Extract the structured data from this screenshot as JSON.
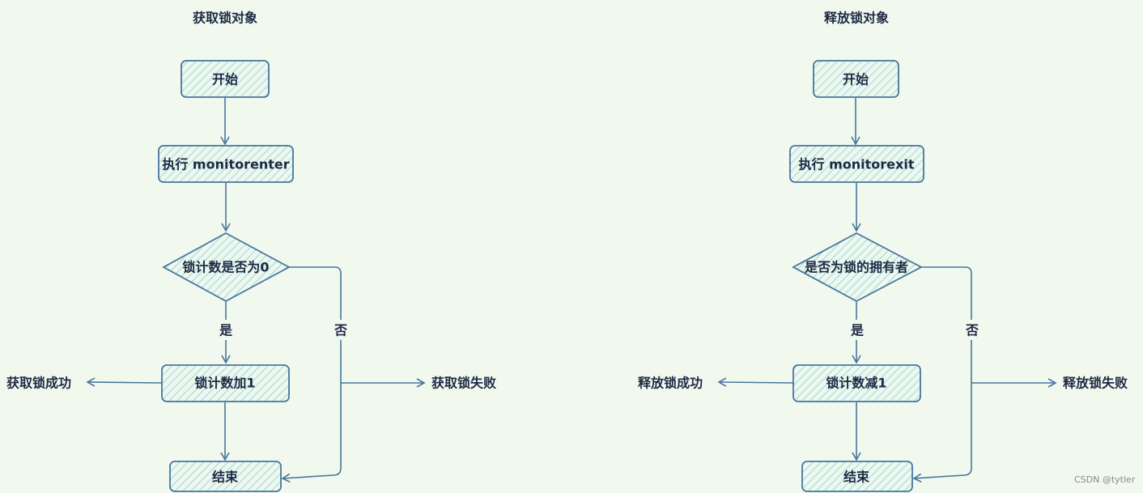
{
  "left": {
    "title": "获取锁对象",
    "start": "开始",
    "exec": "执行 monitorenter",
    "decision": "锁计数是否为0",
    "yes": "是",
    "no": "否",
    "action": "锁计数加1",
    "end": "结束",
    "success": "获取锁成功",
    "fail": "获取锁失败"
  },
  "right": {
    "title": "释放锁对象",
    "start": "开始",
    "exec": "执行 monitorexit",
    "decision": "是否为锁的拥有者",
    "yes": "是",
    "no": "否",
    "action": "锁计数减1",
    "end": "结束",
    "success": "释放锁成功",
    "fail": "释放锁失败"
  },
  "watermark": "CSDN @tytler",
  "colors": {
    "background": "#f1f9ef",
    "stroke": "#47769c",
    "fill": "#bfe6dc",
    "text": "#1e2a44"
  }
}
